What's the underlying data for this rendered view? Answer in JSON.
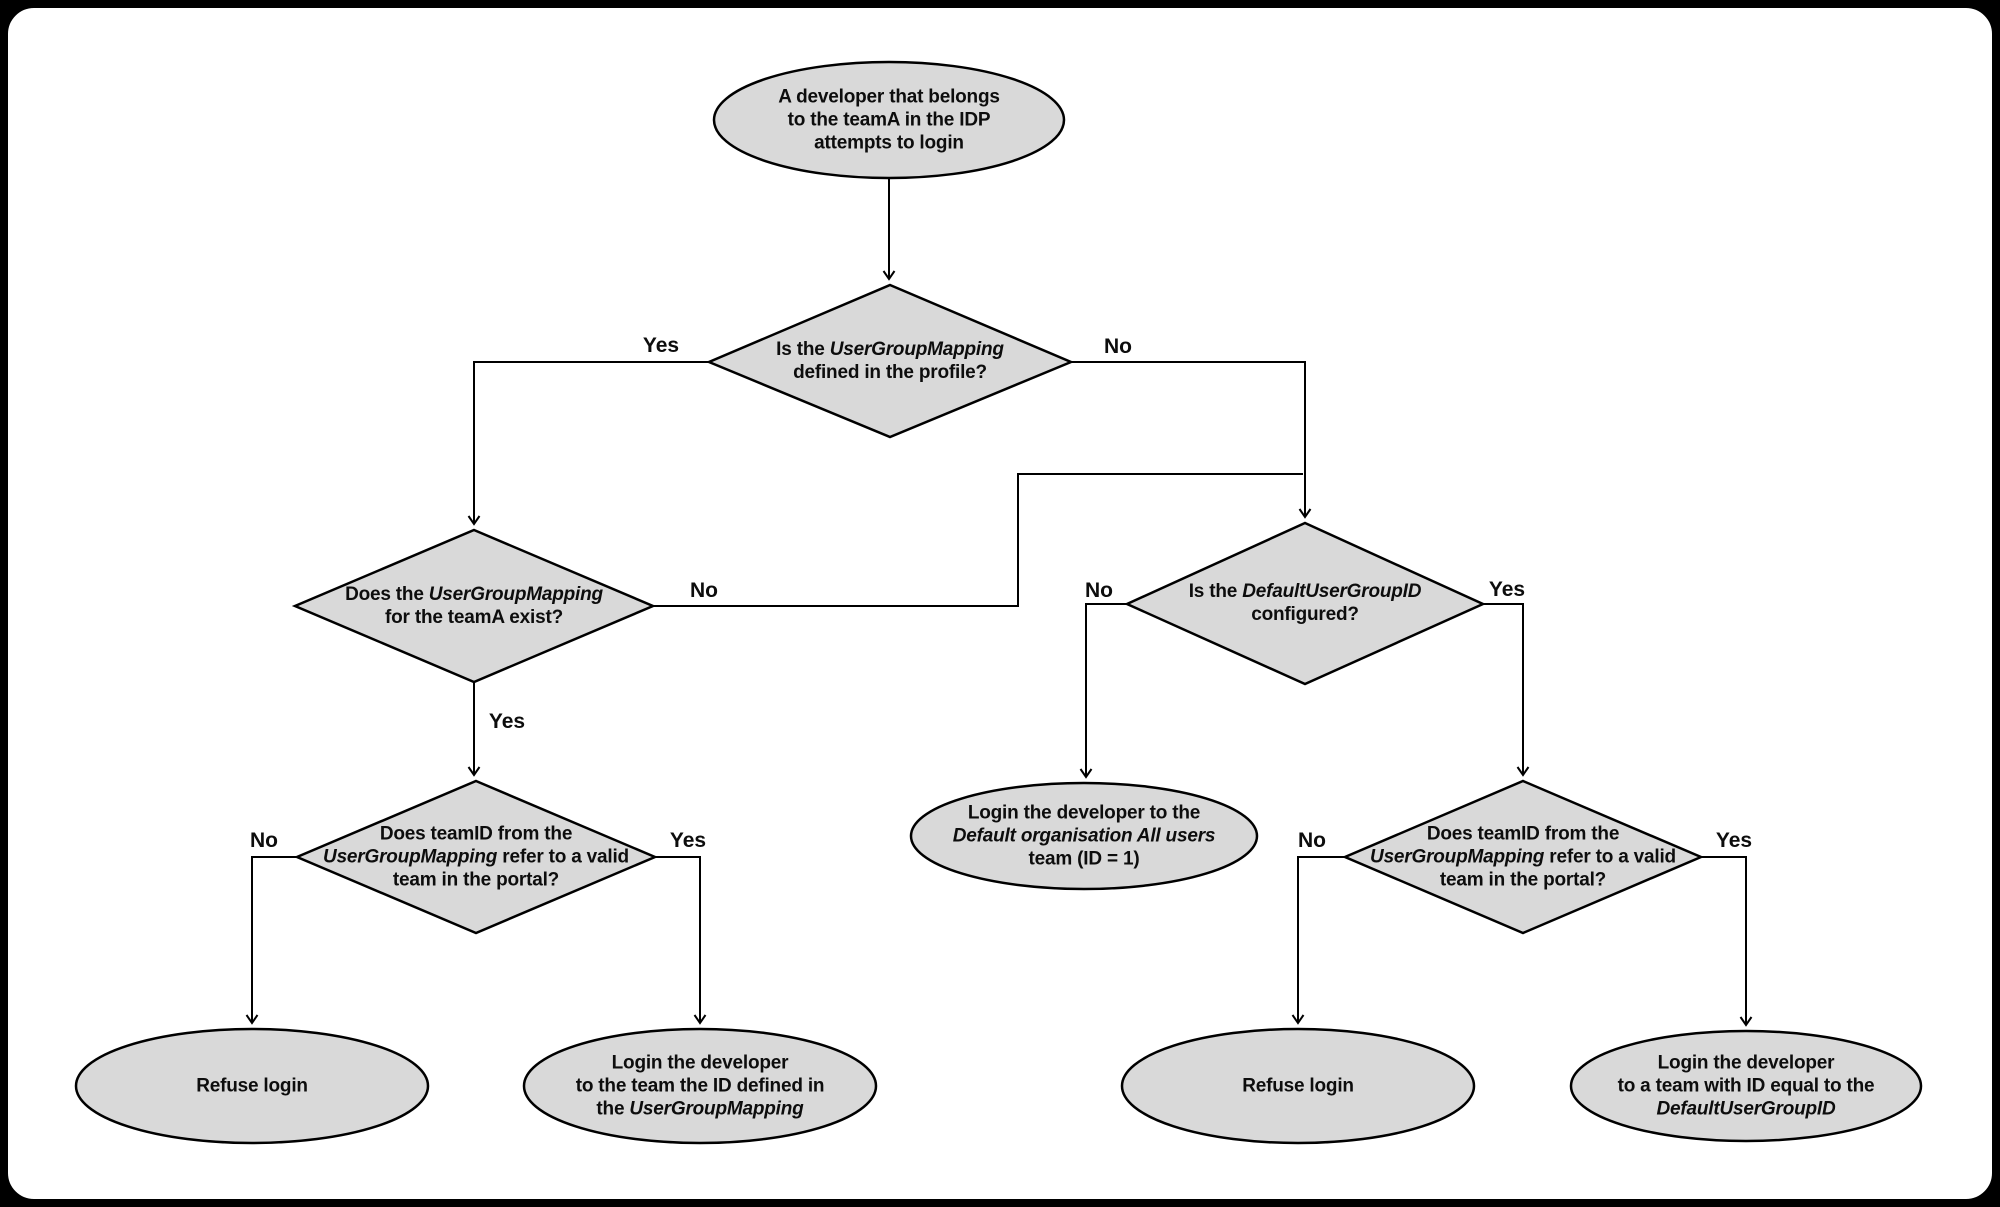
{
  "colors": {
    "background": "#ffffff",
    "frame": "#000000",
    "node_fill": "#d9d9d9",
    "node_stroke": "#000000",
    "line": "#000000"
  },
  "nodes": {
    "start": {
      "type": "terminator",
      "l1": "A developer that belongs",
      "l2": "to the teamA in the IDP",
      "l3": "attempts to login"
    },
    "ugm_defined": {
      "type": "decision",
      "l1a": "Is the ",
      "l1b": "UserGroupMapping",
      "l2": "defined in the profile?"
    },
    "ugm_exists": {
      "type": "decision",
      "l1a": "Does the ",
      "l1b": "UserGroupMapping",
      "l2": "for the teamA exist?"
    },
    "default_configured": {
      "type": "decision",
      "l1a": "Is the ",
      "l1b": "DefaultUserGroupID",
      "l2": "configured?"
    },
    "teamid_valid_left": {
      "type": "decision",
      "l1": "Does teamID from the",
      "l2a": "UserGroupMapping",
      "l2b": " refer to a valid",
      "l3": "team in the portal?"
    },
    "teamid_valid_right": {
      "type": "decision",
      "l1": "Does teamID from the",
      "l2a": "UserGroupMapping",
      "l2b": " refer to a valid",
      "l3": "team in the portal?"
    },
    "login_default_org": {
      "type": "terminator",
      "l1": "Login the developer to the",
      "l2": "Default organisation All users",
      "l3": "team (ID = 1)"
    },
    "refuse_left": {
      "type": "terminator",
      "l1": "Refuse login"
    },
    "login_ugm_team": {
      "type": "terminator",
      "l1": "Login the developer",
      "l2": "to the team the ID defined in",
      "l3a": "the ",
      "l3b": "UserGroupMapping"
    },
    "refuse_right": {
      "type": "terminator",
      "l1": "Refuse login"
    },
    "login_default_id": {
      "type": "terminator",
      "l1": "Login the developer",
      "l2": "to a team with ID equal to the",
      "l3": "DefaultUserGroupID"
    }
  },
  "edge_labels": {
    "yes1": "Yes",
    "no1": "No",
    "no2": "No",
    "yes2": "Yes",
    "no3": "No",
    "yes3": "Yes",
    "no4": "No",
    "yes4": "Yes",
    "no5": "No",
    "yes5": "Yes"
  }
}
